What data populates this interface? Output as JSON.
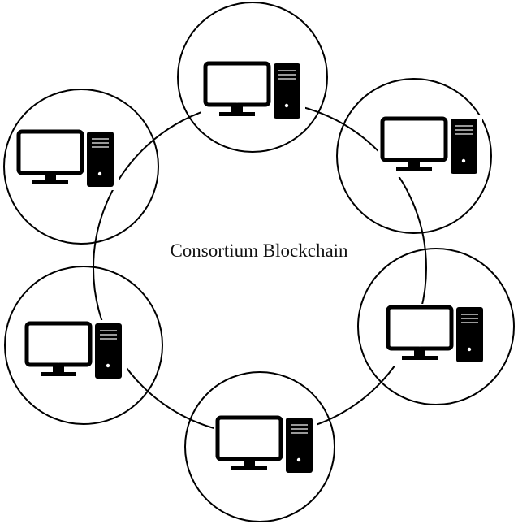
{
  "diagram": {
    "title": "Consortium Blockchain",
    "nodes": [
      {
        "id": "node-top",
        "icon": "desktop-computer-icon"
      },
      {
        "id": "node-top-right",
        "icon": "desktop-computer-icon"
      },
      {
        "id": "node-right",
        "icon": "desktop-computer-icon"
      },
      {
        "id": "node-bottom",
        "icon": "desktop-computer-icon"
      },
      {
        "id": "node-bottom-left",
        "icon": "desktop-computer-icon"
      },
      {
        "id": "node-top-left",
        "icon": "desktop-computer-icon"
      }
    ],
    "colors": {
      "stroke": "#000000",
      "background": "#ffffff"
    }
  }
}
